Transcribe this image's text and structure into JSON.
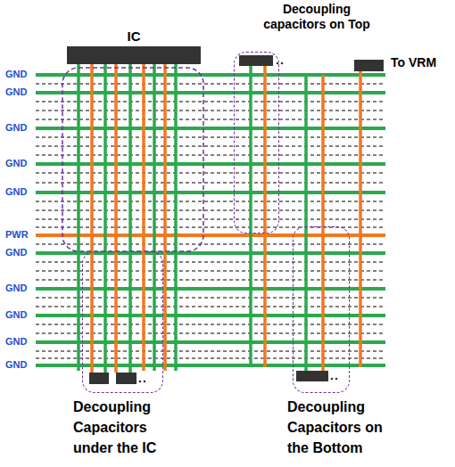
{
  "diagram": {
    "nodes": [
      {
        "text": [
          "IC"
        ]
      },
      {
        "text": [
          "Decoupling capacitors on Top"
        ]
      },
      {
        "text": [
          "To VRM"
        ]
      },
      {
        "text": [
          "Decoupling Capacitors under the IC"
        ]
      },
      {
        "text": [
          "Decoupling Capacitors on the Bottom"
        ]
      }
    ],
    "labels": [
      "GND",
      "GND",
      "GND",
      "GND",
      "GND",
      "PWR",
      "GND",
      "GND",
      "GND",
      "GND",
      "GND"
    ]
  }
}
